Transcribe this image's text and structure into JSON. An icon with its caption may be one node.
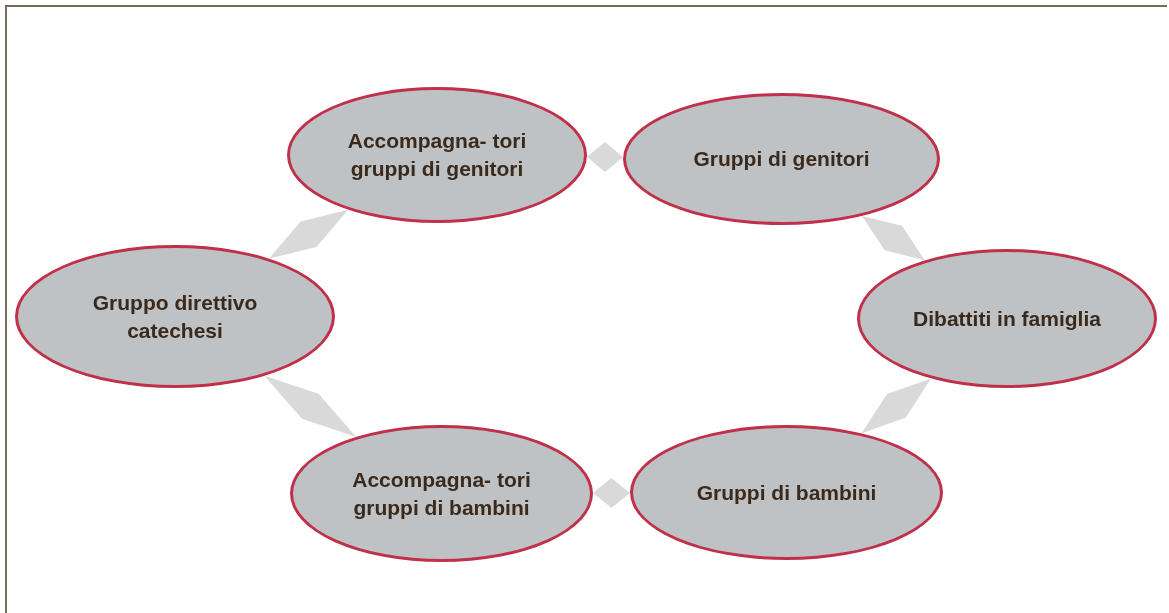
{
  "diagram": {
    "nodes": [
      {
        "text": [
          "Accompagna- tori gruppi di genitori"
        ]
      },
      {
        "text": [
          "Gruppi di genitori"
        ]
      },
      {
        "text": [
          "Gruppo direttivo catechesi"
        ]
      },
      {
        "text": [
          "Dibattiti in famiglia"
        ]
      },
      {
        "text": [
          "Accompagna- tori gruppi di bambini"
        ]
      },
      {
        "text": [
          "Gruppi di bambini"
        ]
      }
    ],
    "edges": [
      {
        "from": 0,
        "to": 1,
        "arrow": "none"
      },
      {
        "from": 1,
        "to": 3,
        "arrow": "none"
      },
      {
        "from": 3,
        "to": 5,
        "arrow": "none"
      },
      {
        "from": 5,
        "to": 4,
        "arrow": "none"
      },
      {
        "from": 4,
        "to": 2,
        "arrow": "none"
      },
      {
        "from": 2,
        "to": 0,
        "arrow": "none"
      }
    ]
  }
}
